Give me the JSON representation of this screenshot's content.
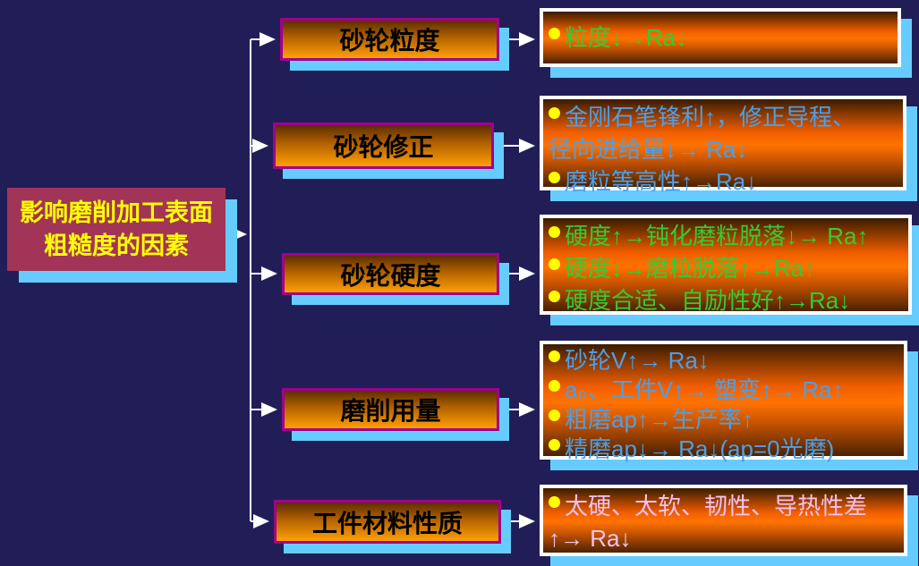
{
  "colors": {
    "background": "#211E57",
    "shadow": "#66CCFF",
    "mid_border": "#A0008F",
    "right_border": "#FFFFFF",
    "root_fill": "#A23457",
    "root_text": "#FFFF00",
    "bullet": "#FFFF00",
    "green": "#33CC33",
    "blue": "#4D9FE8",
    "pink": "#F5C2EE",
    "label_text": "#000000",
    "connector": "#FFFFFF"
  },
  "root_box": {
    "line1": "影响磨削加工表面",
    "line2": "粗糙度的因素"
  },
  "branches": [
    {
      "label": "砂轮粒度",
      "text_color": "green",
      "items": [
        {
          "bullet": true,
          "text": "粒度↓→Ra↓"
        }
      ]
    },
    {
      "label": "砂轮修正",
      "text_color": "blue",
      "items": [
        {
          "bullet": true,
          "text": "金刚石笔锋利↑，修正导程、"
        },
        {
          "bullet": false,
          "text": "径向进给量↓→ Ra↓"
        },
        {
          "bullet": true,
          "text": "磨粒等高性↑→Ra↓"
        }
      ]
    },
    {
      "label": "砂轮硬度",
      "text_color": "green",
      "items": [
        {
          "bullet": true,
          "text": "硬度↑→钝化磨粒脱落↓→ Ra↑"
        },
        {
          "bullet": true,
          "text": "硬度↓→磨粒脱落↑→Ra↑"
        },
        {
          "bullet": true,
          "text": "硬度合适、自励性好↑→Ra↓"
        }
      ]
    },
    {
      "label": "磨削用量",
      "text_color": "blue",
      "items": [
        {
          "bullet": true,
          "text": "砂轮V↑→ Ra↓"
        },
        {
          "bullet": true,
          "text": "aₚ、工件V↑→ 塑变↑→ Ra↑"
        },
        {
          "bullet": true,
          "text": "粗磨ap↑→生产率↑"
        },
        {
          "bullet": true,
          "text": "精磨ap↓→ Ra↓(ap=0光磨)"
        }
      ]
    },
    {
      "label": "工件材料性质",
      "text_color": "pink",
      "items": [
        {
          "bullet": true,
          "text": "太硬、太软、韧性、导热性差"
        },
        {
          "bullet": false,
          "text": "↑→ Ra↓"
        }
      ]
    }
  ]
}
